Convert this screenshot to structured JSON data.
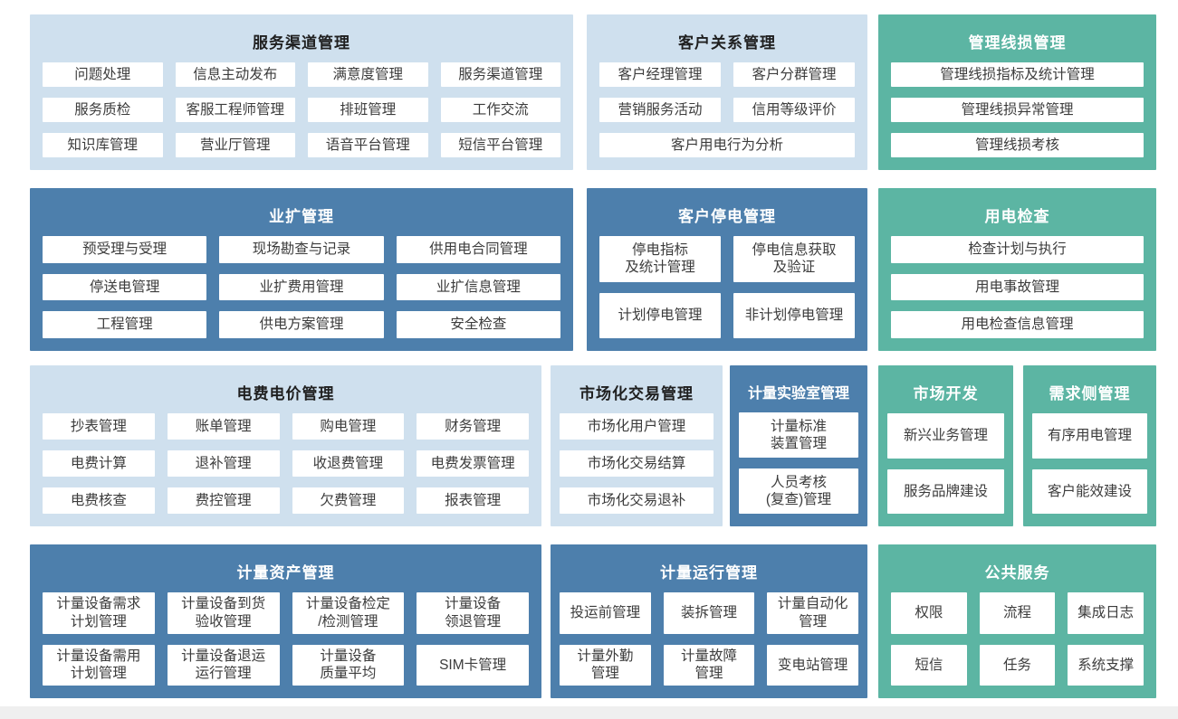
{
  "colors": {
    "light_blue": "#cfe0ee",
    "dark_blue": "#4d7fac",
    "teal": "#5cb5a3",
    "module_bg": "#ffffff",
    "title_on_light": "#1f1f1f",
    "title_on_color": "#ffffff",
    "module_text": "#3c3c3c",
    "bottom_strip": "#efefef"
  },
  "blocks": [
    {
      "slug": "service-channel-management",
      "title": "服务渠道管理",
      "theme": "light",
      "cols": 4,
      "items": [
        {
          "label": "问题处理"
        },
        {
          "label": "信息主动发布"
        },
        {
          "label": "满意度管理"
        },
        {
          "label": "服务渠道管理"
        },
        {
          "label": "服务质检"
        },
        {
          "label": "客服工程师管理"
        },
        {
          "label": "排班管理"
        },
        {
          "label": "工作交流"
        },
        {
          "label": "知识库管理"
        },
        {
          "label": "营业厅管理"
        },
        {
          "label": "语音平台管理"
        },
        {
          "label": "短信平台管理"
        }
      ]
    },
    {
      "slug": "customer-relationship-management",
      "title": "客户关系管理",
      "theme": "light",
      "cols": 2,
      "items": [
        {
          "label": "客户经理管理"
        },
        {
          "label": "客户分群管理"
        },
        {
          "label": "营销服务活动"
        },
        {
          "label": "信用等级评价"
        },
        {
          "label": "客户用电行为分析",
          "span": 2
        }
      ]
    },
    {
      "slug": "line-loss-management",
      "title": "管理线损管理",
      "theme": "teal",
      "cols": 1,
      "items": [
        {
          "label": "管理线损指标及统计管理"
        },
        {
          "label": "管理线损异常管理"
        },
        {
          "label": "管理线损考核"
        }
      ]
    },
    {
      "slug": "business-expansion-management",
      "title": "业扩管理",
      "theme": "dark",
      "cols": 3,
      "items": [
        {
          "label": "预受理与受理"
        },
        {
          "label": "现场勘查与记录"
        },
        {
          "label": "供用电合同管理"
        },
        {
          "label": "停送电管理"
        },
        {
          "label": "业扩费用管理"
        },
        {
          "label": "业扩信息管理"
        },
        {
          "label": "工程管理"
        },
        {
          "label": "供电方案管理"
        },
        {
          "label": "安全检查"
        }
      ]
    },
    {
      "slug": "customer-outage-management",
      "title": "客户停电管理",
      "theme": "dark",
      "cols": 2,
      "items": [
        {
          "label": "停电指标\n及统计管理"
        },
        {
          "label": "停电信息获取\n及验证"
        },
        {
          "label": "计划停电管理"
        },
        {
          "label": "非计划停电管理"
        }
      ]
    },
    {
      "slug": "electricity-inspection",
      "title": "用电检查",
      "theme": "teal",
      "cols": 1,
      "items": [
        {
          "label": "检查计划与执行"
        },
        {
          "label": "用电事故管理"
        },
        {
          "label": "用电检查信息管理"
        }
      ]
    },
    {
      "slug": "tariff-billing-management",
      "title": "电费电价管理",
      "theme": "light",
      "cols": 4,
      "items": [
        {
          "label": "抄表管理"
        },
        {
          "label": "账单管理"
        },
        {
          "label": "购电管理"
        },
        {
          "label": "财务管理"
        },
        {
          "label": "电费计算"
        },
        {
          "label": "退补管理"
        },
        {
          "label": "收退费管理"
        },
        {
          "label": "电费发票管理"
        },
        {
          "label": "电费核查"
        },
        {
          "label": "费控管理"
        },
        {
          "label": "欠费管理"
        },
        {
          "label": "报表管理"
        }
      ]
    },
    {
      "slug": "market-trade-management",
      "title": "市场化交易管理",
      "theme": "light",
      "cols": 1,
      "items": [
        {
          "label": "市场化用户管理"
        },
        {
          "label": "市场化交易结算"
        },
        {
          "label": "市场化交易退补"
        }
      ]
    },
    {
      "slug": "metering-lab-management",
      "title": "计量实验室管理",
      "theme": "dark",
      "cols": 1,
      "items": [
        {
          "label": "计量标准\n装置管理"
        },
        {
          "label": "人员考核\n(复查)管理"
        }
      ]
    },
    {
      "slug": "market-development",
      "title": "市场开发",
      "theme": "teal",
      "cols": 1,
      "items": [
        {
          "label": "新兴业务管理"
        },
        {
          "label": "服务品牌建设"
        }
      ]
    },
    {
      "slug": "demand-side-management",
      "title": "需求侧管理",
      "theme": "teal",
      "cols": 1,
      "items": [
        {
          "label": "有序用电管理"
        },
        {
          "label": "客户能效建设"
        }
      ]
    },
    {
      "slug": "metering-asset-management",
      "title": "计量资产管理",
      "theme": "dark",
      "cols": 4,
      "items": [
        {
          "label": "计量设备需求\n计划管理"
        },
        {
          "label": "计量设备到货\n验收管理"
        },
        {
          "label": "计量设备检定\n/检测管理"
        },
        {
          "label": "计量设备\n领退管理"
        },
        {
          "label": "计量设备需用\n计划管理"
        },
        {
          "label": "计量设备退运\n运行管理"
        },
        {
          "label": "计量设备\n质量平均"
        },
        {
          "label": "SIM卡管理"
        }
      ]
    },
    {
      "slug": "metering-operation-management",
      "title": "计量运行管理",
      "theme": "dark",
      "cols": 3,
      "items": [
        {
          "label": "投运前管理"
        },
        {
          "label": "装拆管理"
        },
        {
          "label": "计量自动化\n管理"
        },
        {
          "label": "计量外勤\n管理"
        },
        {
          "label": "计量故障\n管理"
        },
        {
          "label": "变电站管理"
        }
      ]
    },
    {
      "slug": "public-services",
      "title": "公共服务",
      "theme": "teal",
      "cols": 3,
      "items": [
        {
          "label": "权限"
        },
        {
          "label": "流程"
        },
        {
          "label": "集成日志"
        },
        {
          "label": "短信"
        },
        {
          "label": "任务"
        },
        {
          "label": "系统支撑"
        }
      ]
    }
  ]
}
